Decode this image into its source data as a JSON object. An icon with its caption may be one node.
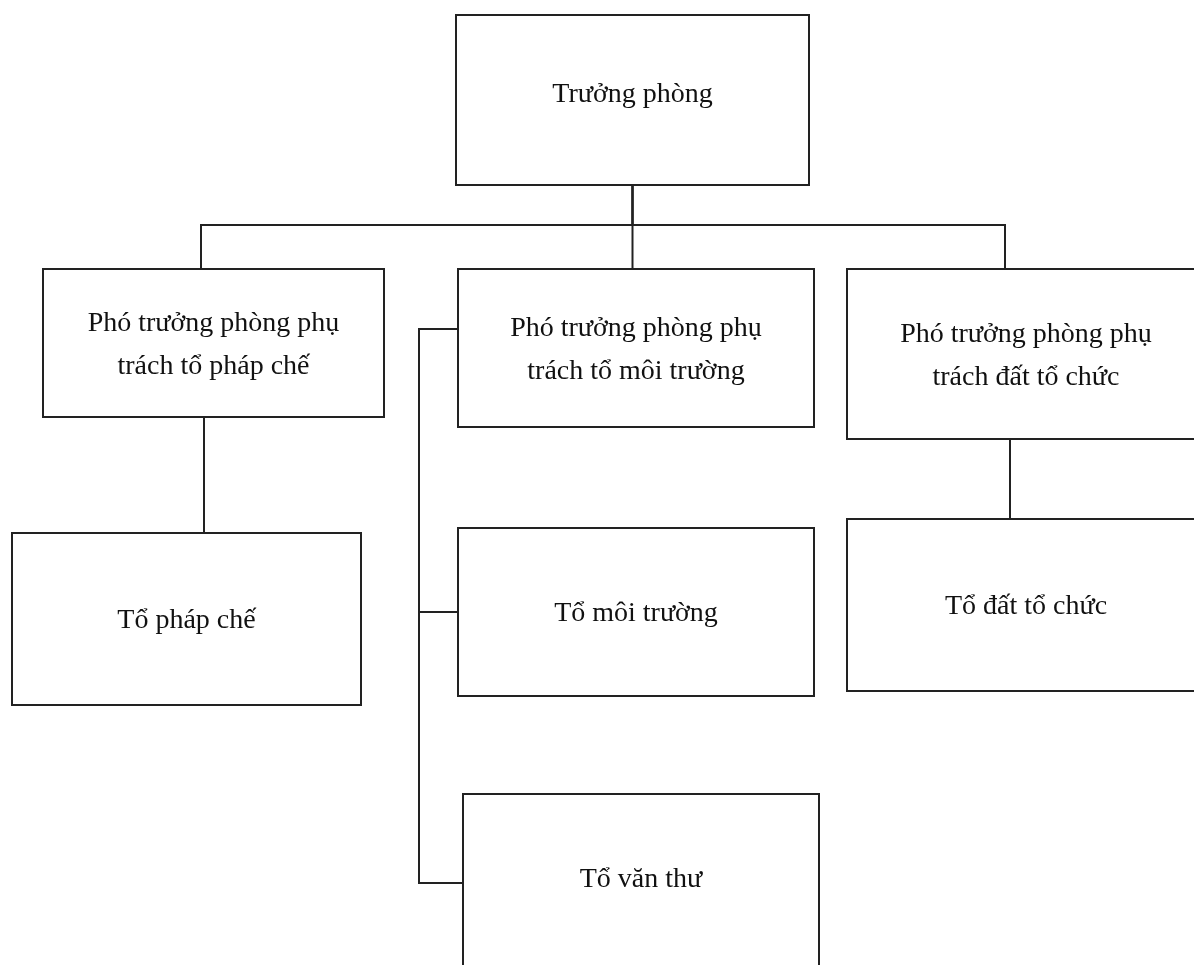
{
  "diagram": {
    "nodes": [
      {
        "text": [
          "Trưởng phòng"
        ]
      },
      {
        "text": [
          "Phó trưởng phòng phụ trách tổ pháp chế"
        ]
      },
      {
        "text": [
          "Phó trưởng phòng phụ trách tổ môi trường"
        ]
      },
      {
        "text": [
          "Phó trưởng phòng phụ trách đất tổ chức"
        ]
      },
      {
        "text": [
          "Tổ pháp chế"
        ]
      },
      {
        "text": [
          "Tổ môi trường"
        ]
      },
      {
        "text": [
          "Tổ đất tổ chức"
        ]
      },
      {
        "text": [
          "Tổ văn thư"
        ]
      }
    ],
    "edges": [
      {
        "from": 0,
        "to": 1,
        "arrow": "none"
      },
      {
        "from": 0,
        "to": 2,
        "arrow": "none"
      },
      {
        "from": 0,
        "to": 3,
        "arrow": "none"
      },
      {
        "from": 1,
        "to": 4,
        "arrow": "none"
      },
      {
        "from": 2,
        "to": 5,
        "arrow": "none"
      },
      {
        "from": 2,
        "to": 7,
        "arrow": "none"
      },
      {
        "from": 3,
        "to": 6,
        "arrow": "none"
      }
    ]
  }
}
